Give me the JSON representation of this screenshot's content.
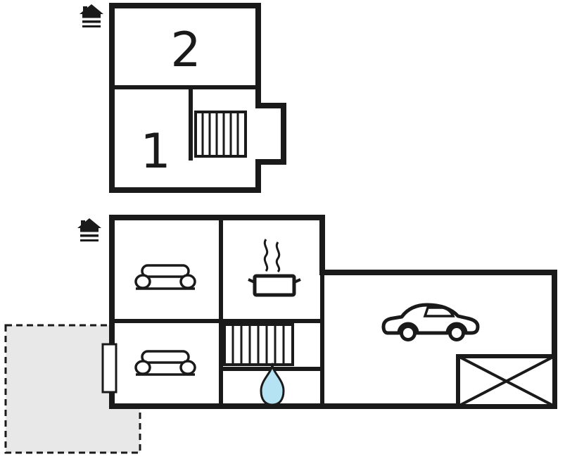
{
  "floor_plan": {
    "background": "#ffffff",
    "wall_color": "#1a1a1a",
    "terrace_fill": "#e8e8e8",
    "water_drop_fill": "#b5e3f3",
    "upper_floor": {
      "level_icon": "house-level-icon",
      "rooms": [
        {
          "label": "2"
        },
        {
          "label": "1"
        }
      ],
      "features": [
        "staircase-icon"
      ]
    },
    "ground_floor": {
      "level_icon": "house-level-icon",
      "features": [
        "sofa-icon",
        "sofa-icon",
        "cooking-pot-icon",
        "staircase-icon",
        "water-drop-icon",
        "car-icon",
        "crossed-storage-area",
        "entrance-door",
        "terrace-outline"
      ]
    }
  }
}
